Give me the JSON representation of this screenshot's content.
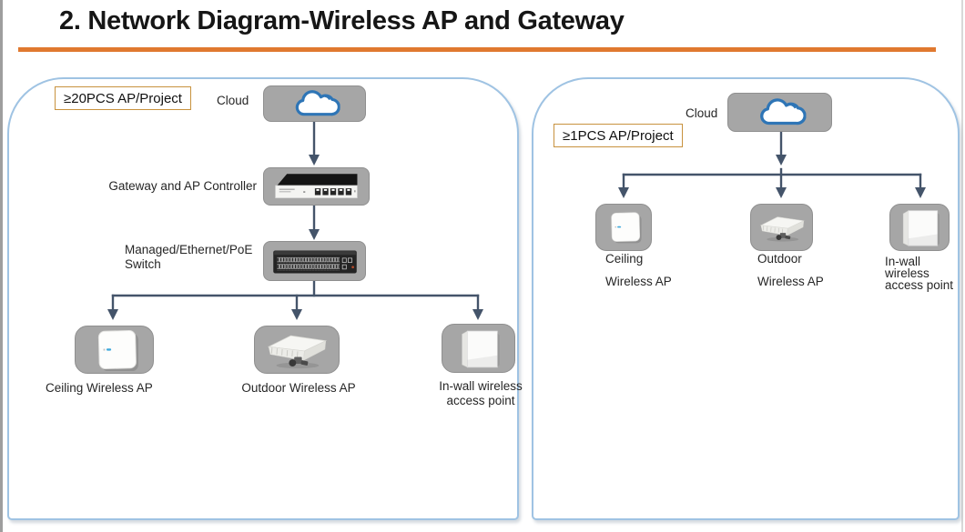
{
  "title": "2. Network Diagram-Wireless AP and Gateway",
  "colors": {
    "title_rule": "#E0792F",
    "panel_border": "#9FC3E3",
    "badge_border": "#C8923E",
    "connector_color": "#44546A",
    "node_fill": "#A6A6A6",
    "cloud_blue": "#2E75B6"
  },
  "left_panel": {
    "badge_label": "≥20PCS AP/Project",
    "cloud_label": "Cloud",
    "gateway_label": "Gateway and AP Controller",
    "switch_label": "Managed/Ethernet/PoE Switch",
    "aps": [
      {
        "label": "Ceiling Wireless AP"
      },
      {
        "label": "Outdoor Wireless AP"
      },
      {
        "label": "In-wall wireless access point"
      }
    ]
  },
  "right_panel": {
    "badge_label": "≥1PCS AP/Project",
    "cloud_label": "Cloud",
    "aps": [
      {
        "label_lines": [
          "Ceiling",
          "Wireless AP"
        ]
      },
      {
        "label_lines": [
          "Outdoor",
          "Wireless AP"
        ]
      },
      {
        "label_lines": [
          "In-wall",
          "wireless",
          "access point"
        ]
      }
    ]
  }
}
